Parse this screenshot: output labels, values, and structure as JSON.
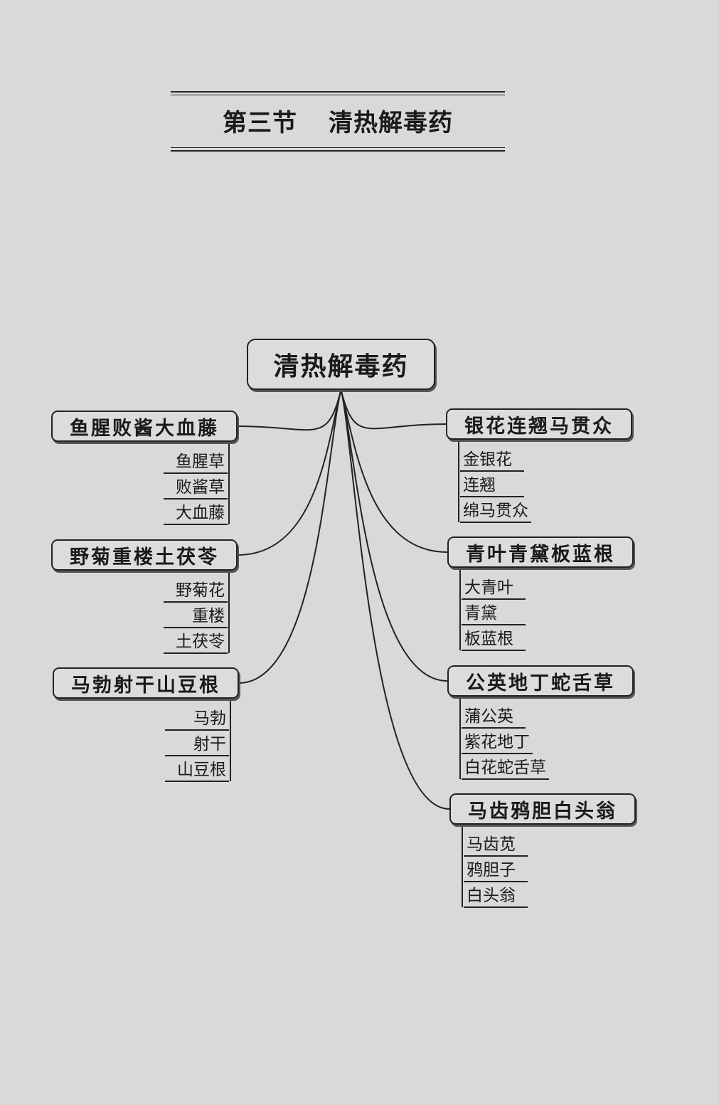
{
  "page_title": {
    "section": "第三节",
    "topic": "清热解毒药"
  },
  "root": {
    "label": "清热解毒药"
  },
  "branches": [
    {
      "label": "鱼腥败酱大血藤",
      "side": "left",
      "items": [
        "鱼腥草",
        "败酱草",
        "大血藤"
      ]
    },
    {
      "label": "野菊重楼土茯苓",
      "side": "left",
      "items": [
        "野菊花",
        "重楼",
        "土茯苓"
      ]
    },
    {
      "label": "马勃射干山豆根",
      "side": "left",
      "items": [
        "马勃",
        "射干",
        "山豆根"
      ]
    },
    {
      "label": "银花连翘马贯众",
      "side": "right",
      "items": [
        "金银花",
        "连翘",
        "绵马贯众"
      ]
    },
    {
      "label": "青叶青黛板蓝根",
      "side": "right",
      "items": [
        "大青叶",
        "青黛",
        "板蓝根"
      ]
    },
    {
      "label": "公英地丁蛇舌草",
      "side": "right",
      "items": [
        "蒲公英",
        "紫花地丁",
        "白花蛇舌草"
      ]
    },
    {
      "label": "马齿鸦胆白头翁",
      "side": "right",
      "items": [
        "马齿苋",
        "鸦胆子",
        "白头翁"
      ]
    }
  ]
}
